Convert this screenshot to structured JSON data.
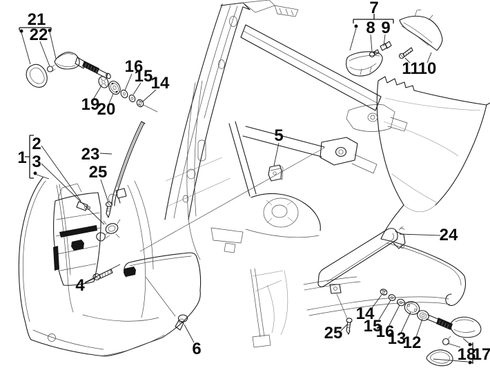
{
  "diagram": {
    "background": "#ffffff",
    "line_color": "#1a1a1a",
    "label_color": "#0b0b0b",
    "callouts": {
      "c1": "1",
      "c2": "2",
      "c3": "3",
      "c4": "4",
      "c5": "5",
      "c6": "6",
      "c7": "7",
      "c8": "8",
      "c9": "9",
      "c10": "10",
      "c11": "11",
      "c12": "12",
      "c13": "13",
      "c14a": "14",
      "c14b": "14",
      "c15a": "15",
      "c15b": "15",
      "c16a": "16",
      "c16b": "16",
      "c17": "17",
      "c18": "18",
      "c19": "19",
      "c20": "20",
      "c21": "21",
      "c22": "22",
      "c23": "23",
      "c24": "24",
      "c25a": "25",
      "c25b": "25"
    }
  }
}
